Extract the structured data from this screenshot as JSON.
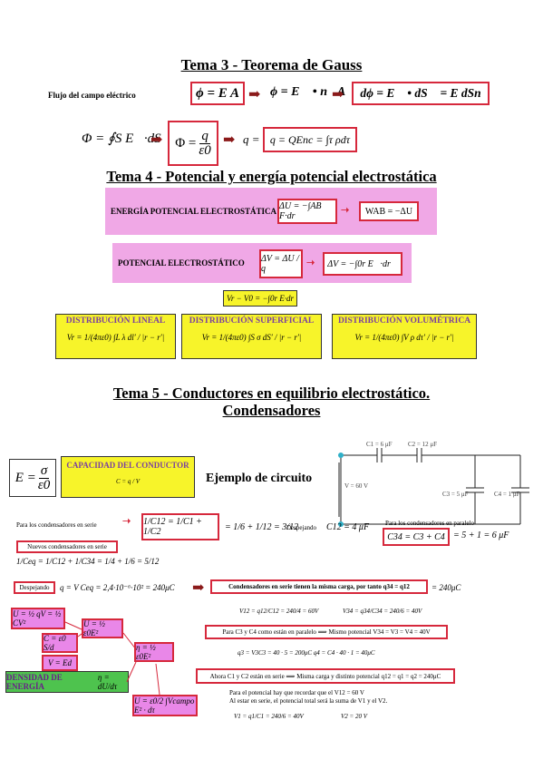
{
  "tema3": {
    "title": "Tema 3 -  Teorema de Gauss",
    "flujo_label": "Flujo del campo eléctrico",
    "eq1": "ϕ = E A",
    "eq2": "ϕ = E⃗ • n⃗A",
    "eq3": "dϕ = E⃗ • dS⃗ = E dSn",
    "eq4": "Φ = ∮S E⃗·dS⃗",
    "eq5_num": "q",
    "eq5_den": "ε0",
    "eq6": "q = QEnc = ∫τ ρdτ"
  },
  "tema4": {
    "title": "Tema 4 - Potencial y energía potencial electrostática",
    "energia_label": "ENERGÍA POTENCIAL ELECTROSTÁTICA",
    "energia_eq": "ΔU = −∫AB F·dr",
    "energia_result": "WAB = −ΔU",
    "potencial_label": "POTENCIAL ELECTROSTÁTICO",
    "potencial_eq": "ΔV = ΔU / q",
    "potencial_result": "ΔV = −∫0r E⃗·dr⃗",
    "vr_eq": "Vr − V0 = −∫0r E·dr",
    "dist_lineal": "DISTRIBUCIÓN LINEAL",
    "dist_lineal_eq": "Vr = 1/(4πε0) ∫L λ dl′ / |r − r′|",
    "dist_superficial": "DISTRIBUCIÓN SUPERFICIAL",
    "dist_superficial_eq": "Vr = 1/(4πε0) ∫S σ dS′ / |r − r′|",
    "dist_volumetrica": "DISTRIBUCIÓN VOLUMÉTRICA",
    "dist_volumetrica_eq": "Vr = 1/(4πε0) ∫V ρ dτ′ / |r − r′|"
  },
  "tema5": {
    "title_line1": "Tema 5 - Conductores en equilibrio electrostático.",
    "title_line2": "Condensadores",
    "e_num": "σ",
    "e_den": "ε0",
    "capacidad_label": "CAPACIDAD DEL CONDUCTOR",
    "capacidad_eq": "C = q / V",
    "ejemplo_label": "Ejemplo de circuito",
    "circuit": {
      "c1": "C1 = 6 μF",
      "c2": "C2 = 12 μF",
      "c3": "C3 = 5 μF",
      "c4": "C4 = 1 μF",
      "v": "V = 60 V"
    },
    "serie_label": "Para los condensadores en serie",
    "serie_eq": "1/C12 = 1/C1 + 1/C2 = 1/6 + 1/12 = 3/12",
    "despejando_1": "Despejando",
    "c12_result": "C12 = 4 μF",
    "paralelo_label": "Para los condensadores en paralelo",
    "c34_box": "C34 = C3 + C4",
    "c34_result": "= 5 + 1 = 6 μF",
    "nuevos_label": "Nuevos condensadores en serie",
    "nuevos_eq": "1/Ceq = 1/C12 + 1/C34 = 1/4 + 1/6 = 5/12",
    "despejando_2": "Despejando",
    "q_eq": "q = V Ceq = 2,4·10⁻⁶·10² = 240μC",
    "serie_misma_carga": "Condensadores en serie tienen la misma carga, por tanto  q34 = q12",
    "serie_carga_result": "= 240μC",
    "v12_eq": "V12 = q12/C12 = 240/4 = 60V",
    "v34_eq": "V34 = q34/C34 = 240/6 = 40V",
    "paralelo_box": "Para C3 y C4 como están en paralelo ⟹ Mismo potencial V34 = V3 = V4 = 40V",
    "q3_eq": "q3 = V3C3 = 40 · 5 = 200μC   q4 = C4 · 40 · 1 = 40μC",
    "c1c2_box": "Ahora C1 y C2 están en serie ⟹ Misma carga y distinto potencial   q12 = q1 = q2 = 240μC",
    "nota_1": "Para el potencial hay que recordar que el V12 = 60 V",
    "nota_2": "Al estar en serie, el potencial total será la suma de V1 y el V2.",
    "v1_eq": "V1 = q1/C1 = 240/6 = 40V",
    "v2_eq": "V2 = 20 V",
    "u_eq": "U = ½ qV = ½ CV²",
    "u_e_eq": "U = ½ ε0E²",
    "eta_eq": "η = ½ ε0E²",
    "c_eq": "C = ε0 S/d",
    "v_eq": "V = Ed",
    "densidad_label": "DENSIDAD DE ENERGÍA",
    "densidad_eq": "η = dU/dτ",
    "u_int_eq": "U = ε0/2 ∫Vcampo E² · dτ"
  }
}
